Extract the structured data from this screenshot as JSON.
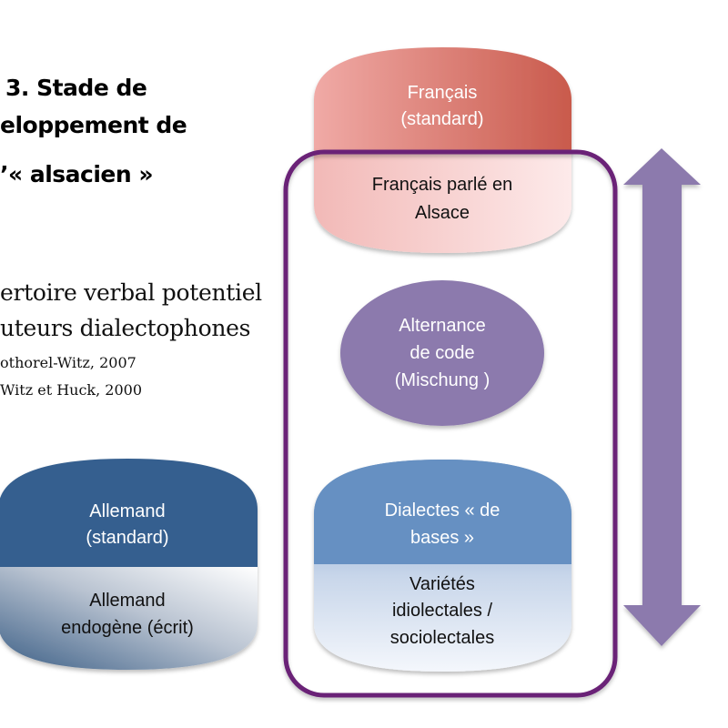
{
  "title": {
    "lines": [
      "3. Stade de",
      "eloppement de",
      "’« alsacien »"
    ]
  },
  "subtitle": {
    "lines": [
      "ertoire verbal  potentiel",
      "uteurs dialectophones"
    ],
    "citations": [
      "othorel-Witz, 2007",
      "Witz et Huck, 2000"
    ]
  },
  "diagram": {
    "francais_standard": {
      "lines": [
        "Français",
        "(standard)"
      ]
    },
    "francais_alsace": {
      "lines": [
        "Français parlé en",
        "Alsace"
      ]
    },
    "alternance": {
      "lines": [
        "Alternance",
        "de code",
        "(Mischung )"
      ]
    },
    "dialectes": {
      "lines": [
        "Dialectes « de",
        "bases »"
      ]
    },
    "varietes": {
      "lines": [
        "Variétés",
        "idiolectales /",
        "sociolectales"
      ]
    },
    "allemand_standard": {
      "lines": [
        "Allemand",
        "(standard)"
      ]
    },
    "allemand_endogene": {
      "lines": [
        "Allemand",
        "endogène (écrit)"
      ]
    },
    "colors": {
      "red_dark": "#c95a4c",
      "red_light": "#f0aaa6",
      "pink_light": "#fbe4e4",
      "purple_frame": "#6a2477",
      "purple_fill": "#8c7aad",
      "blue_mid": "#6690c2",
      "blue_dark": "#355f8f"
    }
  }
}
